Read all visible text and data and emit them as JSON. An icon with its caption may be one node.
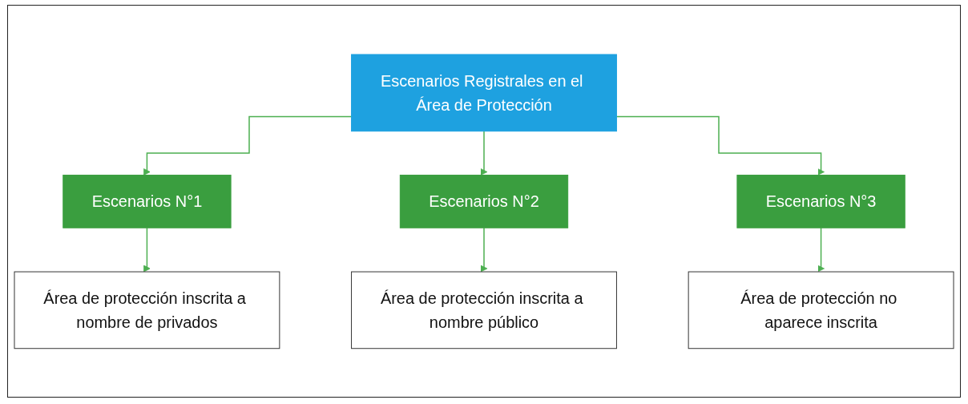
{
  "diagram": {
    "nodes": [
      {
        "text": [
          "Escenarios Registrales en el Área de Protección"
        ]
      },
      {
        "text": [
          "Escenarios N°1"
        ]
      },
      {
        "text": [
          "Escenarios N°2"
        ]
      },
      {
        "text": [
          "Escenarios N°3"
        ]
      },
      {
        "text": [
          "Área de protección inscrita a nombre de privados"
        ]
      },
      {
        "text": [
          "Área de protección inscrita a nombre público"
        ]
      },
      {
        "text": [
          "Área de protección no aparece inscrita"
        ]
      }
    ],
    "edges": [
      {
        "from": 0,
        "to": 1,
        "arrow": "to"
      },
      {
        "from": 0,
        "to": 2,
        "arrow": "to"
      },
      {
        "from": 0,
        "to": 3,
        "arrow": "to"
      },
      {
        "from": 1,
        "to": 4,
        "arrow": "to"
      },
      {
        "from": 2,
        "to": 5,
        "arrow": "to"
      },
      {
        "from": 3,
        "to": 6,
        "arrow": "to"
      }
    ]
  }
}
